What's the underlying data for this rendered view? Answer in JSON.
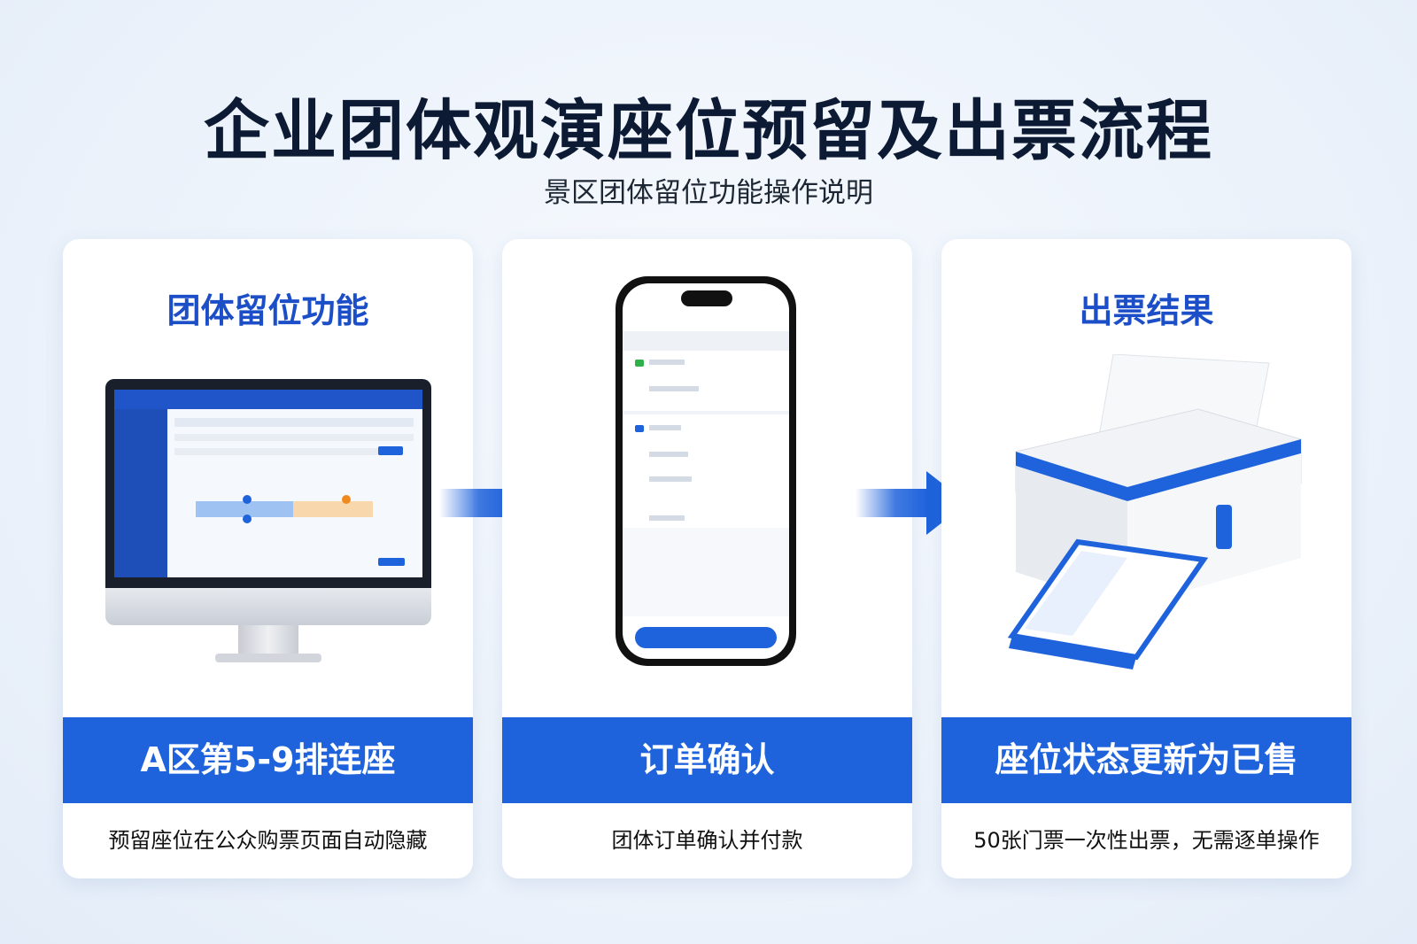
{
  "title": "企业团体观演座位预留及出票流程",
  "subtitle": "景区团体留位功能操作说明",
  "cards": [
    {
      "heading": "团体留位功能",
      "band": "A区第5-9排连座",
      "desc": "预留座位在公众购票页面自动隐藏"
    },
    {
      "heading": "",
      "band": "订单确认",
      "desc": "团体订单确认并付款"
    },
    {
      "heading": "出票结果",
      "band": "座位状态更新为已售",
      "desc": "50张门票一次性出票，无需逐单操作"
    }
  ],
  "colors": {
    "accent": "#1f63dc",
    "heading": "#1c4fc7",
    "title": "#0c1a33"
  },
  "icons": [
    "monitor-illustration",
    "phone-illustration",
    "printer-illustration",
    "arrow-right-icon"
  ]
}
